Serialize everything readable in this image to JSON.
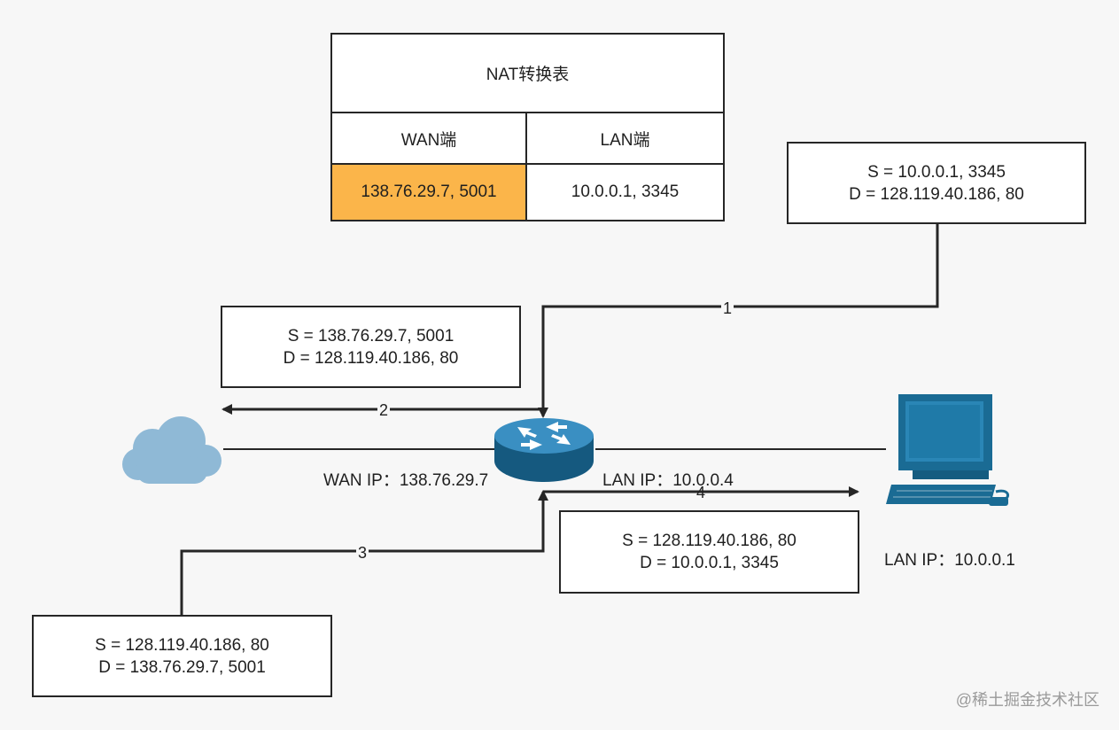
{
  "nat_table": {
    "title": "NAT转换表",
    "headers": [
      "WAN端",
      "LAN端"
    ],
    "row": [
      "138.76.29.7, 5001",
      "10.0.0.1, 3345"
    ],
    "highlight_color": "#fbb54a"
  },
  "packets": {
    "p1": {
      "s": "S = 10.0.0.1, 3345",
      "d": "D = 128.119.40.186, 80"
    },
    "p2": {
      "s": "S = 138.76.29.7, 5001",
      "d": "D = 128.119.40.186, 80"
    },
    "p3": {
      "s": "S = 128.119.40.186, 80",
      "d": "D = 138.76.29.7, 5001"
    },
    "p4": {
      "s": "S = 128.119.40.186, 80",
      "d": "D = 10.0.0.1, 3345"
    }
  },
  "steps": [
    "1",
    "2",
    "3",
    "4"
  ],
  "labels": {
    "wan_ip": "WAN IP：138.76.29.7",
    "router_lan_ip": "LAN IP：10.0.0.4",
    "host_lan_ip": "LAN IP：10.0.0.1"
  },
  "icons": {
    "cloud": "cloud-icon",
    "router": "router-icon",
    "computer": "computer-icon"
  },
  "colors": {
    "cloud": "#8fb9d6",
    "router": "#1f6f9f",
    "computer": "#1a6b94"
  },
  "watermark": "@稀土掘金技术社区"
}
